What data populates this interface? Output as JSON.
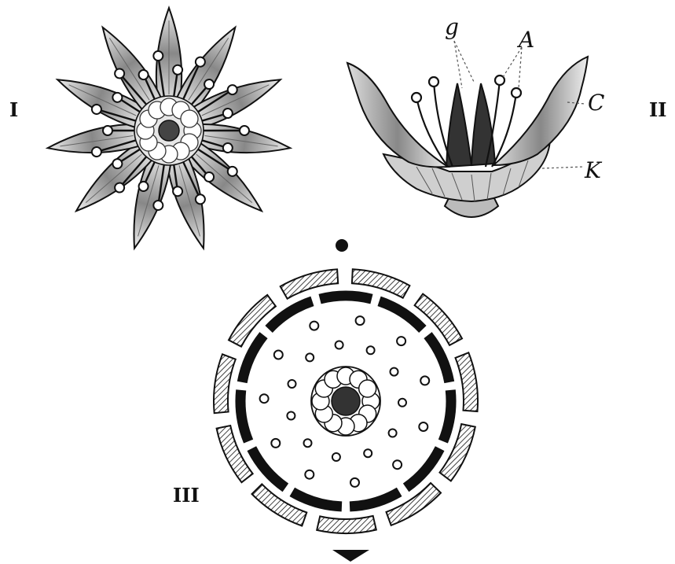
{
  "figure": {
    "panels": [
      {
        "id": "I",
        "label": "I"
      },
      {
        "id": "II",
        "label": "II"
      },
      {
        "id": "III",
        "label": "III"
      }
    ],
    "part_labels": {
      "g": "g",
      "A": "A",
      "C": "C",
      "K": "K"
    },
    "colors": {
      "ink": "#111111",
      "shade": "#555555",
      "paper": "#ffffff"
    }
  }
}
